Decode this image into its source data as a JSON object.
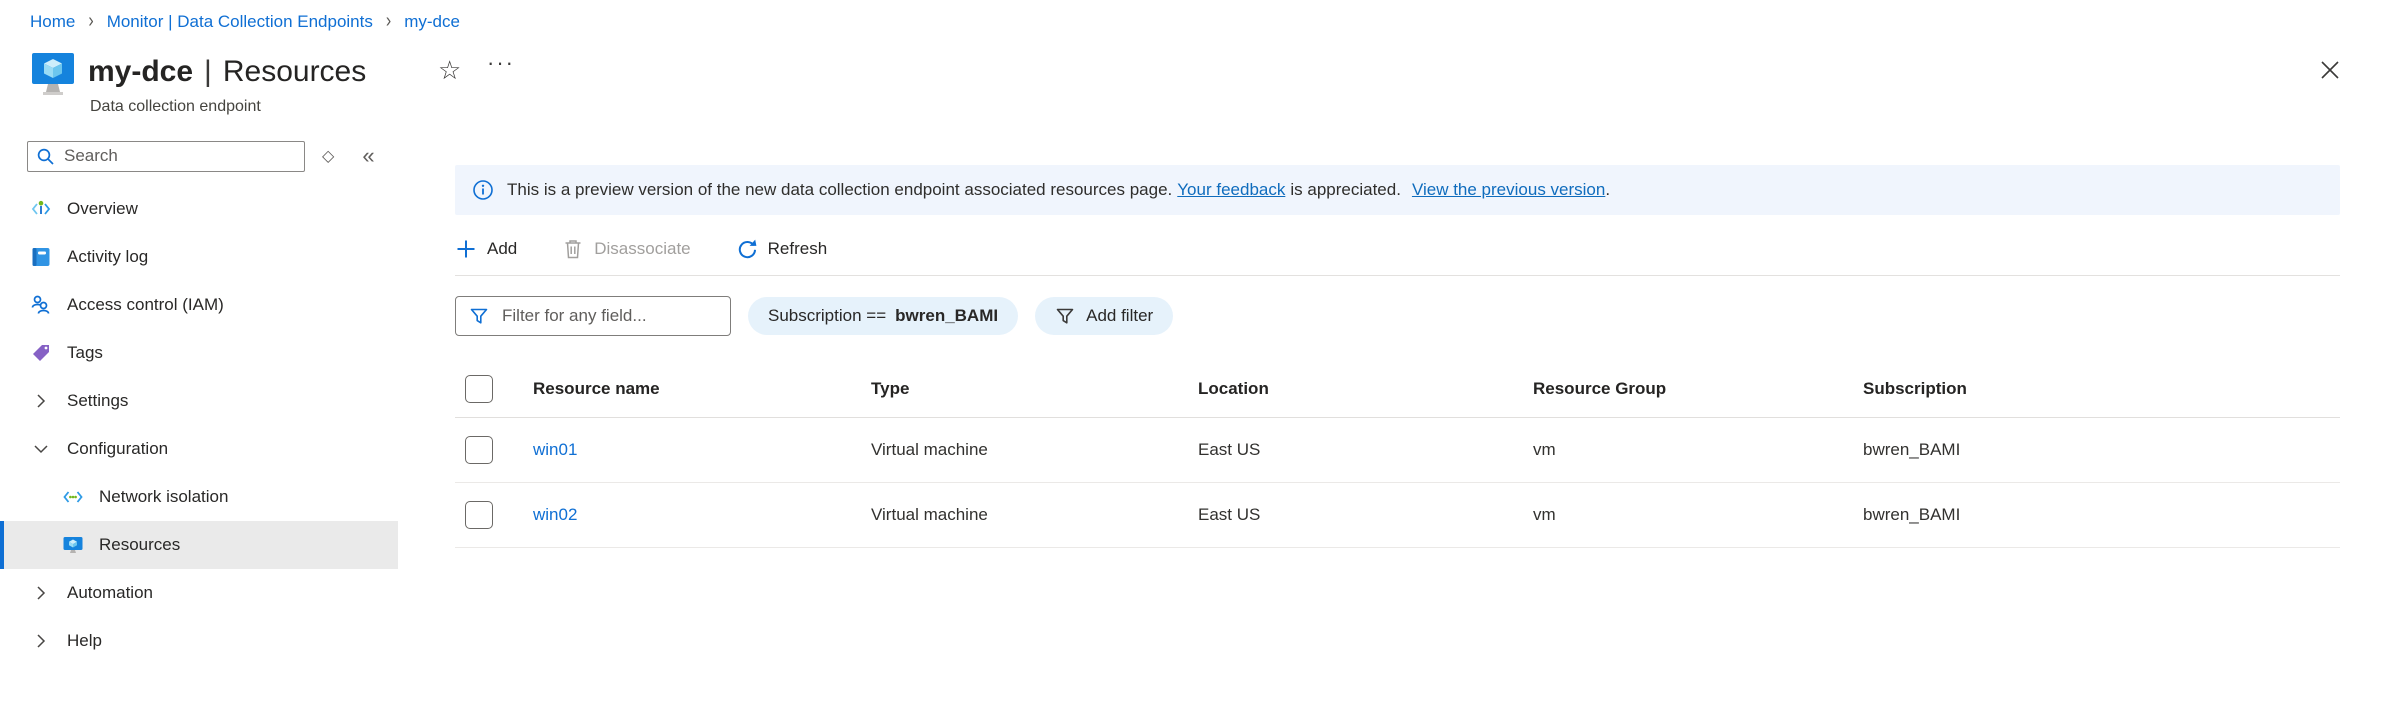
{
  "breadcrumb": {
    "separator": "›",
    "items": [
      {
        "label": "Home"
      },
      {
        "label": "Monitor | Data Collection Endpoints"
      },
      {
        "label": "my-dce"
      }
    ]
  },
  "header": {
    "title_primary": "my-dce",
    "title_separator": "|",
    "title_secondary": "Resources",
    "subtitle": "Data collection endpoint",
    "icons": {
      "star": "☆",
      "more": "···"
    }
  },
  "sidebar": {
    "search_placeholder": "Search",
    "icons": {
      "diamond": "◇",
      "collapse": "«"
    },
    "items": [
      {
        "label": "Overview",
        "icon": "overview-icon",
        "kind": "item"
      },
      {
        "label": "Activity log",
        "icon": "activity-log-icon",
        "kind": "item"
      },
      {
        "label": "Access control (IAM)",
        "icon": "access-control-icon",
        "kind": "item"
      },
      {
        "label": "Tags",
        "icon": "tag-icon",
        "kind": "item"
      },
      {
        "label": "Settings",
        "icon": "chevron-right-icon",
        "kind": "group"
      },
      {
        "label": "Configuration",
        "icon": "chevron-down-icon",
        "kind": "group-expanded"
      },
      {
        "label": "Network isolation",
        "icon": "network-isolation-icon",
        "kind": "sub-item"
      },
      {
        "label": "Resources",
        "icon": "resources-icon",
        "kind": "sub-item",
        "selected": true
      },
      {
        "label": "Automation",
        "icon": "chevron-right-icon",
        "kind": "group"
      },
      {
        "label": "Help",
        "icon": "chevron-right-icon",
        "kind": "group"
      }
    ]
  },
  "banner": {
    "icon": "info-icon",
    "text_part1": "This is a preview version of the new data collection endpoint associated resources page.",
    "link1": "Your feedback",
    "text_part2": "is appreciated.",
    "link2": "View the previous version",
    "text_part3": "."
  },
  "toolbar": {
    "add_label": "Add",
    "add_icon": "plus-icon",
    "disassociate_label": "Disassociate",
    "disassociate_icon": "trash-icon",
    "disassociate_disabled": true,
    "refresh_label": "Refresh",
    "refresh_icon": "refresh-icon"
  },
  "filters": {
    "placeholder": "Filter for any field...",
    "subscription_pill": {
      "label": "Subscription ==",
      "value": "bwren_BAMI"
    },
    "add_filter_label": "Add filter",
    "funnel_icon": "filter-funnel-icon"
  },
  "table": {
    "columns": [
      "Resource name",
      "Type",
      "Location",
      "Resource Group",
      "Subscription"
    ],
    "rows": [
      {
        "name": "win01",
        "type": "Virtual machine",
        "location": "East US",
        "resource_group": "vm",
        "subscription": "bwren_BAMI"
      },
      {
        "name": "win02",
        "type": "Virtual machine",
        "location": "East US",
        "resource_group": "vm",
        "subscription": "bwren_BAMI"
      }
    ]
  },
  "colors": {
    "accent": "#0f6fd4",
    "link": "#0f6cbd",
    "banner_background": "#f0f5fd",
    "pill_background": "#e6f2fb",
    "selected_item_background": "#eaeaea",
    "disabled_text": "#a19f9d"
  }
}
